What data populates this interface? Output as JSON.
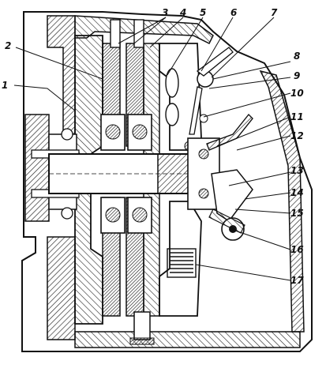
{
  "callouts": [
    {
      "id": "1",
      "text": "1"
    },
    {
      "id": "2",
      "text": "2"
    },
    {
      "id": "3",
      "text": "3"
    },
    {
      "id": "4",
      "text": "4"
    },
    {
      "id": "5",
      "text": "5"
    },
    {
      "id": "6",
      "text": "6"
    },
    {
      "id": "7",
      "text": "7"
    },
    {
      "id": "8",
      "text": "8"
    },
    {
      "id": "9",
      "text": "9"
    },
    {
      "id": "10",
      "text": "10"
    },
    {
      "id": "11",
      "text": "11"
    },
    {
      "id": "12",
      "text": "12"
    },
    {
      "id": "13",
      "text": "13"
    },
    {
      "id": "14",
      "text": "14"
    },
    {
      "id": "15",
      "text": "15"
    },
    {
      "id": "16",
      "text": "16"
    },
    {
      "id": "17",
      "text": "17"
    }
  ],
  "colors": {
    "ink": "#111111",
    "paper": "#ffffff",
    "hatch": "#333333"
  }
}
